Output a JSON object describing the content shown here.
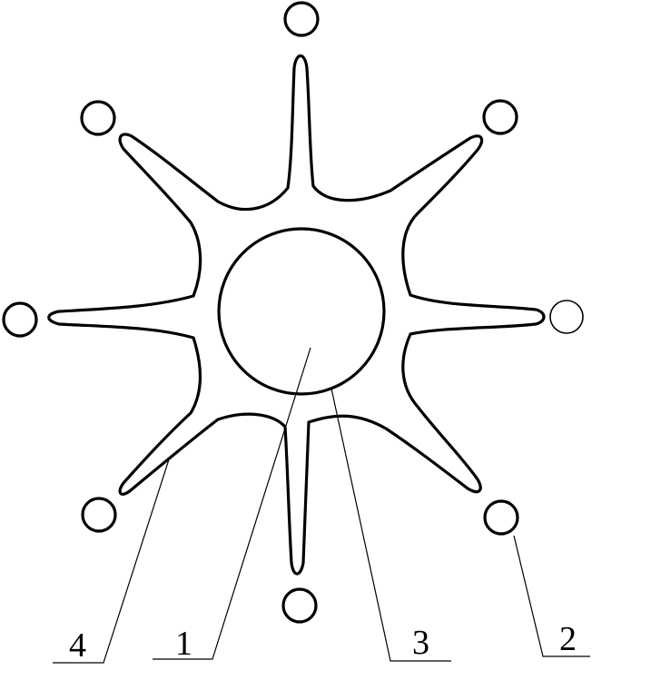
{
  "labels": {
    "label_1": "1",
    "label_2": "2",
    "label_3": "3",
    "label_4": "4"
  },
  "colors": {
    "line": "#000000",
    "background": "#ffffff"
  }
}
